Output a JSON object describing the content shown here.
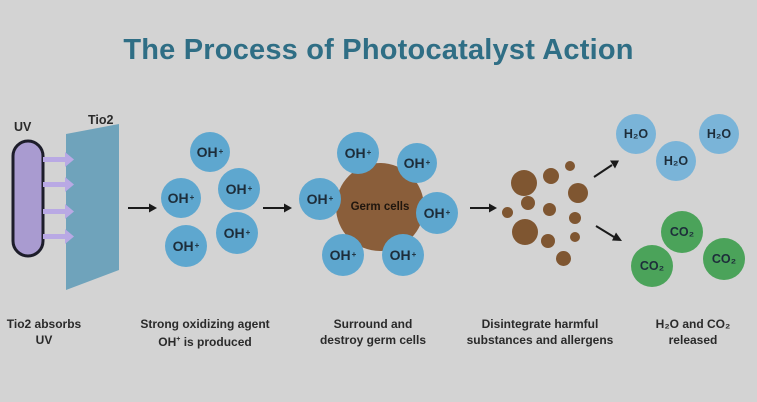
{
  "title": "The Process of Photocatalyst Action",
  "uv_label": "UV",
  "tio2_label": "Tio2",
  "oh_text": "OH",
  "oh_charge": "+",
  "germ_label": "Germ cells",
  "h2o_text": "H₂O",
  "co2_text": "CO₂",
  "captions": {
    "step1": {
      "line1": "Tio2 absorbs",
      "line2": "UV"
    },
    "step2": {
      "line1": "Strong oxidizing agent",
      "line2_main": "OH",
      "line2_sup": "+",
      "line2_rest": " is produced"
    },
    "step3": {
      "line1": "Surround and",
      "line2": "destroy germ cells"
    },
    "step4": {
      "line1": "Disintegrate harmful",
      "line2": "substances and allergens"
    },
    "step5": {
      "line1": "H₂O and CO₂",
      "line2": "released"
    }
  },
  "colors": {
    "title": "#2f6e85",
    "oh_circle": "#5ea7cf",
    "h2o_circle": "#7ab4d8",
    "co2_circle": "#4ba35a",
    "germ_cell": "#8a5e3a",
    "particle": "#7f5631",
    "uv_lamp": "#a99bd0",
    "uv_arrow": "#b9a9e4",
    "tio2_panel": "#6fa3bb",
    "background": "#d3d3d3"
  }
}
